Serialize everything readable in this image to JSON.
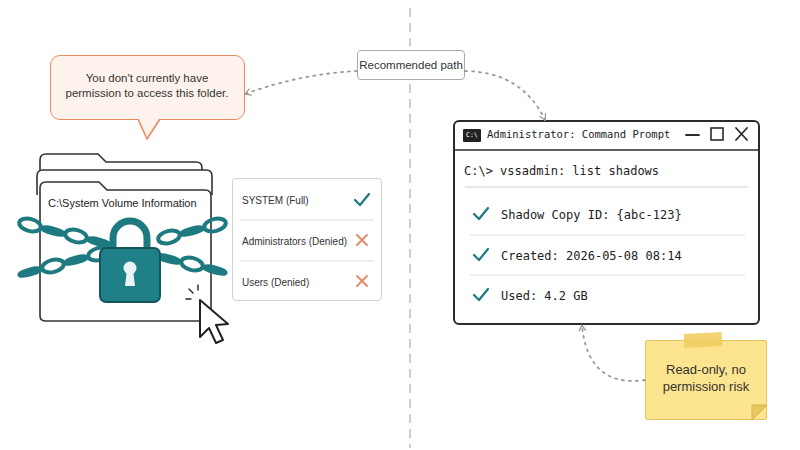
{
  "diagram": {
    "nodes": [
      {
        "text": [
          "Recommended path"
        ]
      },
      {
        "text": [
          "You don't currently have permission to access this folder."
        ]
      },
      {
        "text": [
          "C:\\System Volume Information"
        ]
      },
      {
        "text": [
          "SYSTEM (Full)",
          "Administrators (Denied)",
          "Users (Denied)"
        ]
      },
      {
        "text": [
          "C:\\",
          "Administrator: Command Prompt",
          "C:\\> vssadmin: list shadows",
          "Shadow Copy ID: {abc-123}",
          "Created: 2026-05-08 08:14",
          "Used: 4.2 GB"
        ]
      },
      {
        "text": [
          "Read-only, no permission risk"
        ]
      }
    ],
    "edges": [
      {
        "from": 0,
        "to": 1,
        "arrow": "to"
      },
      {
        "from": 0,
        "to": 4,
        "arrow": "to"
      },
      {
        "from": 5,
        "to": 4,
        "arrow": "to"
      }
    ]
  }
}
